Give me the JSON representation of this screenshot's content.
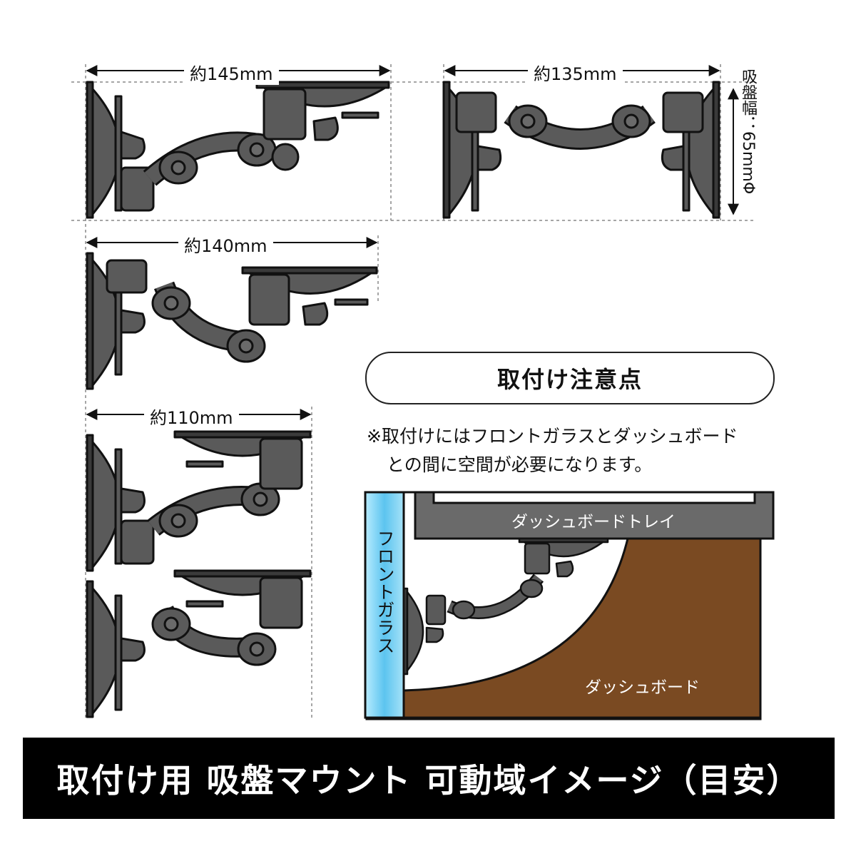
{
  "dimensions": {
    "d145": "約145mm",
    "d135": "約135mm",
    "d140": "約140mm",
    "d110": "約110mm",
    "suction_width": "吸盤幅：65mmΦ"
  },
  "caution": {
    "title": "取付け注意点",
    "note_line1": "※取付けにはフロントガラスとダッシュボード",
    "note_line2": "との間に空間が必要になります。"
  },
  "illustration": {
    "tray_label": "ダッシュボードトレイ",
    "glass_label": "フロントガラス",
    "dashboard_label": "ダッシュボード"
  },
  "banner": {
    "title": "取付け用 吸盤マウント 可動域イメージ（目安）"
  },
  "colors": {
    "mount_gray": "#5a5a5a",
    "mount_dark": "#3a3a3a",
    "glass_blue": "#7fd0f0",
    "dashboard_brown": "#7a4a22",
    "tray_gray": "#6a6a6a"
  }
}
